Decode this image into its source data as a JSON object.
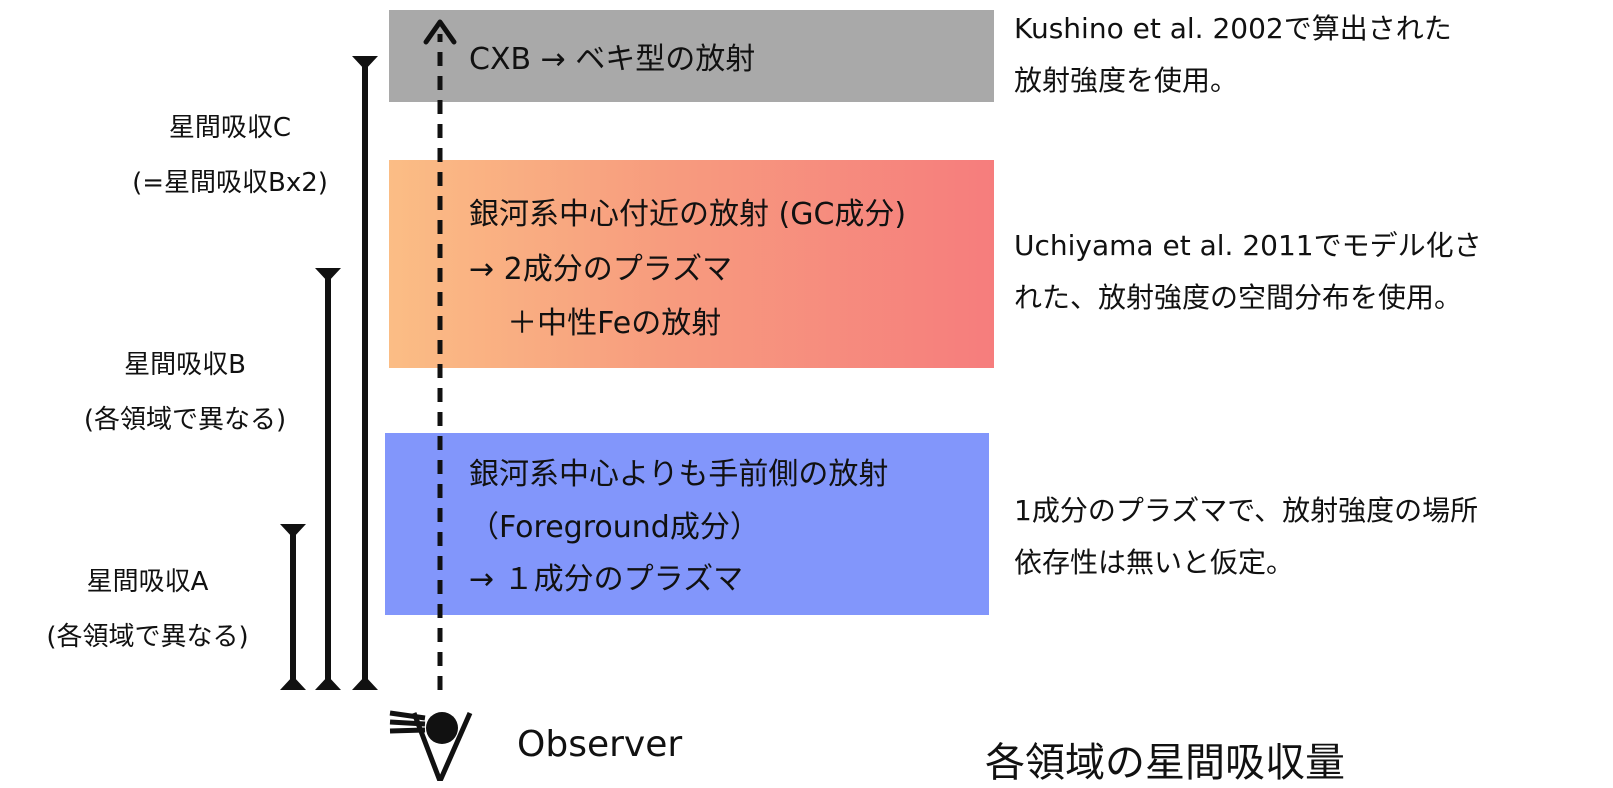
{
  "bands": {
    "cxb": {
      "lines": [
        "CXB → ベキ型の放射"
      ]
    },
    "gc": {
      "lines": [
        "銀河系中心付近の放射 (GC成分)",
        "→ 2成分のプラズマ",
        "    ＋中性Feの放射"
      ]
    },
    "fg": {
      "lines": [
        "銀河系中心よりも手前側の放射",
        "（Foreground成分）",
        "→ １成分のプラズマ"
      ]
    }
  },
  "notes": {
    "cxb": [
      "Kushino et al. 2002で算出された",
      "放射強度を使用。"
    ],
    "gc": [
      "Uchiyama et al. 2011でモデル化さ",
      "れた、放射強度の空間分布を使用。"
    ],
    "fg": [
      "1成分のプラズマで、放射強度の場所",
      "依存性は無いと仮定。"
    ]
  },
  "absorption": {
    "c": [
      "星間吸収C",
      "(=星間吸収Bx2)"
    ],
    "b": [
      "星間吸収B",
      "(各領域で異なる)"
    ],
    "a": [
      "星間吸収A",
      "(各領域で異なる)"
    ]
  },
  "observer_label": "Observer",
  "footer_title": "各領域の星間吸収量",
  "colors": {
    "cxb_band": "#a9a9a9",
    "gc_band_start": "#fbbd85",
    "gc_band_end": "#f67d7d",
    "fg_band": "#8296fb"
  }
}
